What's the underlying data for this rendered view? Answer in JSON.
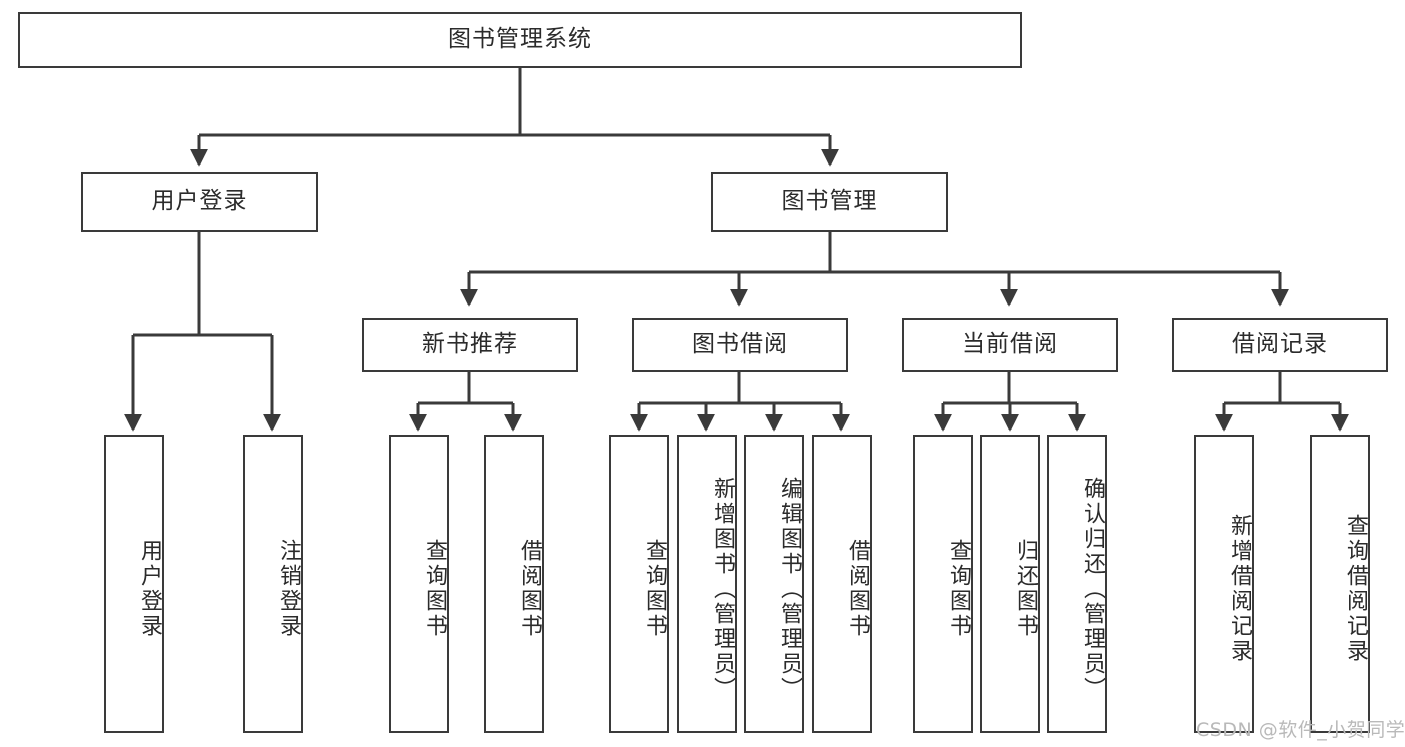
{
  "diagram": {
    "title": "图书管理系统",
    "type": "hierarchy-tree",
    "stroke_color": "#3a3a3a",
    "text_color": "#2b2b2b",
    "background_color": "#ffffff",
    "watermark": "CSDN @软件_小贺同学",
    "watermark_color": "#b9b9b9"
  },
  "nodes": {
    "root": {
      "label": "图书管理系统",
      "level": 1,
      "orientation": "horizontal"
    },
    "l2": [
      {
        "id": "user-login",
        "label": "用户登录",
        "orientation": "horizontal"
      },
      {
        "id": "book-management",
        "label": "图书管理",
        "orientation": "horizontal"
      }
    ],
    "l3": [
      {
        "id": "new-book-recommend",
        "label": "新书推荐",
        "orientation": "horizontal"
      },
      {
        "id": "book-borrow",
        "label": "图书借阅",
        "orientation": "horizontal"
      },
      {
        "id": "current-borrow",
        "label": "当前借阅",
        "orientation": "horizontal"
      },
      {
        "id": "borrow-record",
        "label": "借阅记录",
        "orientation": "horizontal"
      }
    ],
    "leaves": {
      "user-login": [
        {
          "id": "leaf-user-login",
          "label": "用户登录",
          "orientation": "vertical"
        },
        {
          "id": "leaf-logout-login",
          "label": "注销登录",
          "orientation": "vertical"
        }
      ],
      "new-book-recommend": [
        {
          "id": "leaf-query-book-1",
          "label": "查询图书",
          "orientation": "vertical"
        },
        {
          "id": "leaf-borrow-book-1",
          "label": "借阅图书",
          "orientation": "vertical"
        }
      ],
      "book-borrow": [
        {
          "id": "leaf-query-book-2",
          "label": "查询图书",
          "orientation": "vertical"
        },
        {
          "id": "leaf-add-book-admin",
          "label": "新增图书（管理员）",
          "orientation": "vertical"
        },
        {
          "id": "leaf-edit-book-admin",
          "label": "编辑图书（管理员）",
          "orientation": "vertical"
        },
        {
          "id": "leaf-borrow-book-2",
          "label": "借阅图书",
          "orientation": "vertical"
        }
      ],
      "current-borrow": [
        {
          "id": "leaf-query-book-3",
          "label": "查询图书",
          "orientation": "vertical"
        },
        {
          "id": "leaf-return-book",
          "label": "归还图书",
          "orientation": "vertical"
        },
        {
          "id": "leaf-confirm-return-admin",
          "label": "确认归还（管理员）",
          "orientation": "vertical"
        }
      ],
      "borrow-record": [
        {
          "id": "leaf-add-borrow-record",
          "label": "新增借阅记录",
          "orientation": "vertical"
        },
        {
          "id": "leaf-query-borrow-record",
          "label": "查询借阅记录",
          "orientation": "vertical"
        }
      ]
    }
  }
}
